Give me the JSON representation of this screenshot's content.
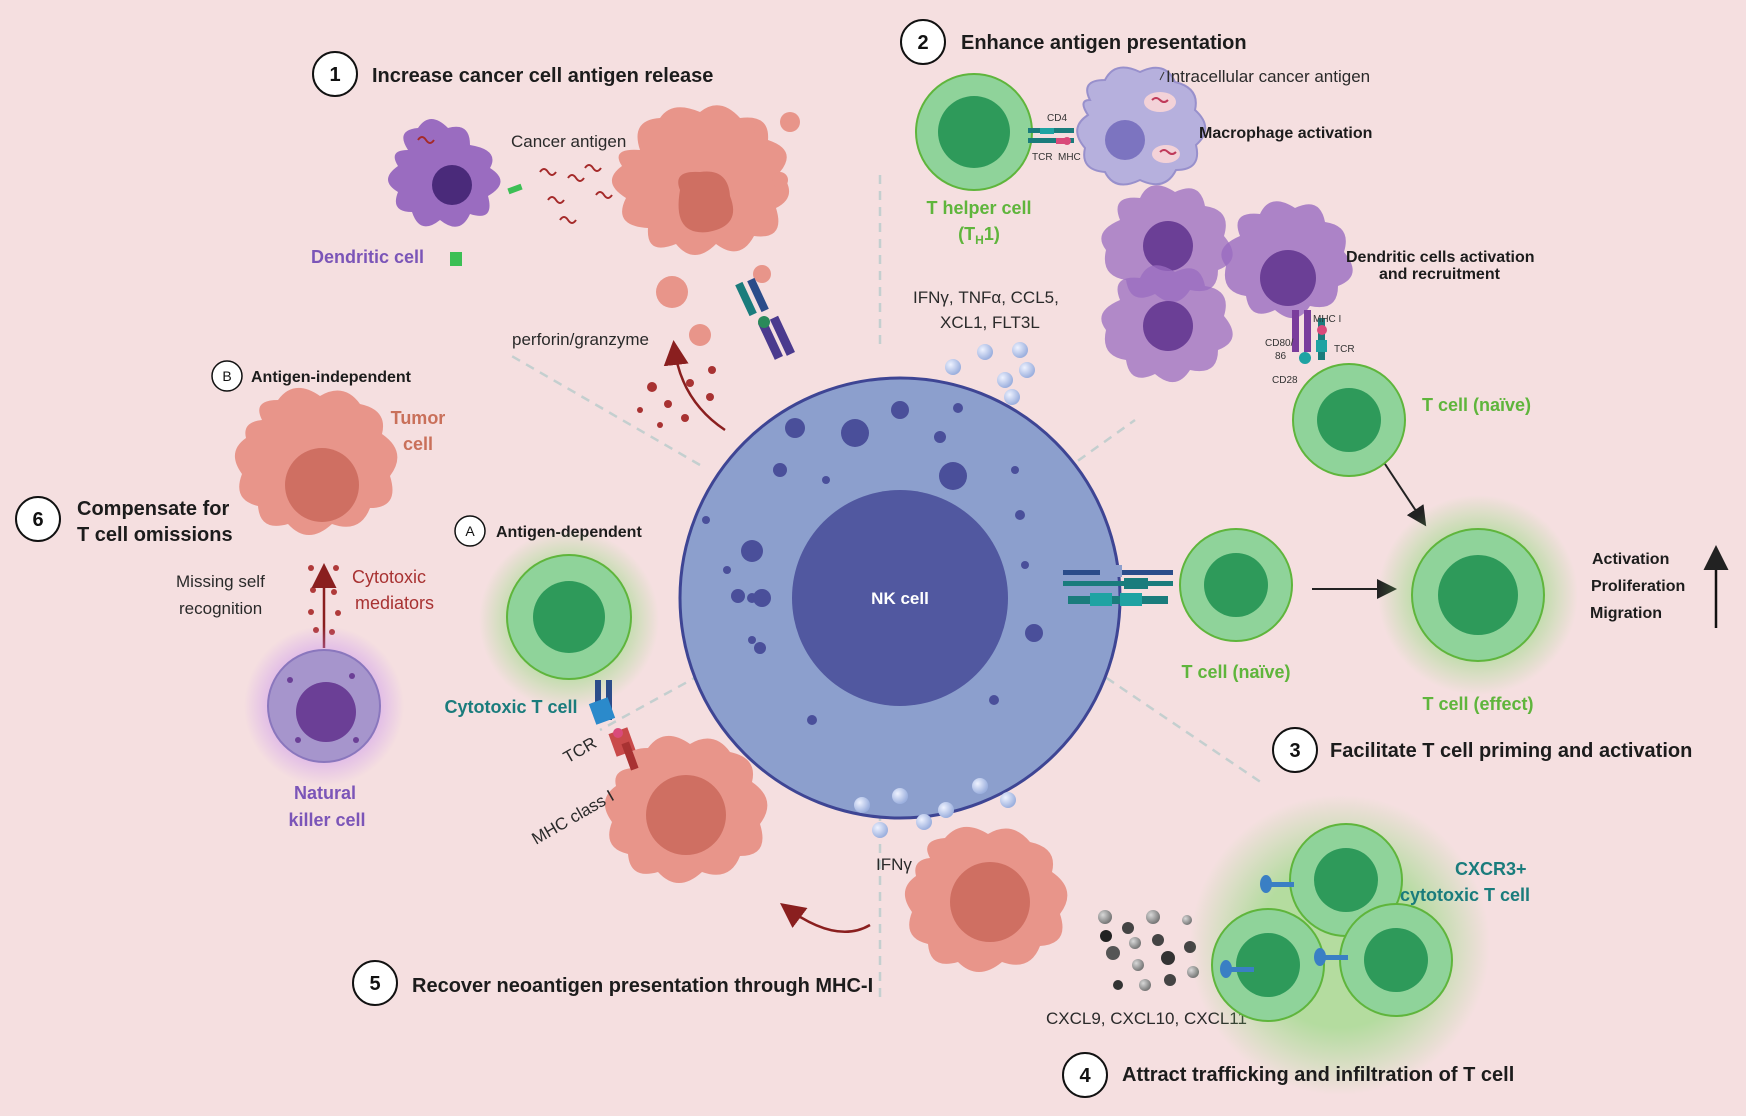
{
  "steps": {
    "s1": {
      "num": "1",
      "label": "Increase cancer cell antigen release"
    },
    "s2": {
      "num": "2",
      "label": "Enhance antigen presentation"
    },
    "s3": {
      "num": "3",
      "label": "Facilitate T cell priming and activation"
    },
    "s4": {
      "num": "4",
      "label": "Attract trafficking and infiltration of T cell"
    },
    "s5": {
      "num": "5",
      "label": "Recover neoantigen presentation through MHC-I"
    },
    "s6": {
      "num": "6",
      "label_line1": "Compensate for",
      "label_line2": "T cell omissions"
    }
  },
  "sub": {
    "A": {
      "letter": "A",
      "label": "Antigen-dependent"
    },
    "B": {
      "letter": "B",
      "label": "Antigen-independent"
    }
  },
  "labels": {
    "nk_cell": "NK cell",
    "cancer_antigen": "Cancer antigen",
    "dendritic_cell": "Dendritic cell",
    "perforin": "perforin/granzyme",
    "intracellular_antigen": "Intracellular cancer antigen",
    "macrophage_activation": "Macrophage activation",
    "cd4": "CD4",
    "tcr_small": "TCR",
    "mhc_ii": "MHC II",
    "t_helper_line1": "T helper cell",
    "t_helper_line2_a": "(T",
    "t_helper_line2_sub": "H",
    "t_helper_line2_b": "1)",
    "cytokines_line1": "IFNγ, TNFα, CCL5,",
    "cytokines_line2": "XCL1, FLT3L",
    "dc_activation_line1": "Dendritic cells activation",
    "dc_activation_line2": "and recruitment",
    "mhc_i_small": "MHC I",
    "cd80_line1": "CD80/",
    "cd80_line2": "86",
    "tcr_teal": "TCR",
    "cd28": "CD28",
    "t_naive_top": "T cell (naïve)",
    "t_naive_mid": "T cell (naïve)",
    "t_effect": "T cell (effect)",
    "activation": "Activation",
    "proliferation": "Proliferation",
    "migration": "Migration",
    "tumor_line1": "Tumor",
    "tumor_line2": "cell",
    "missing_line1": "Missing self",
    "missing_line2": "recognition",
    "cytotoxic_line1": "Cytotoxic",
    "cytotoxic_line2": "mediators",
    "nat_killer_line1": "Natural",
    "nat_killer_line2": "killer cell",
    "cytotoxic_t": "Cytotoxic T cell",
    "tcr_big": "TCR",
    "mhc_class_i": "MHC class I",
    "ifng": "IFNγ",
    "cxcl": "CXCL9, CXCL10, CXCL11",
    "cxcr3_line1": "CXCR3+",
    "cxcr3_line2": "cytotoxic T cell"
  },
  "colors": {
    "background": "#f5dfe0",
    "nk_cell": "#8c9fcd",
    "nk_nucleus": "#5158a0",
    "t_cell": "#8fd39a",
    "t_nucleus": "#2e9a5a",
    "tumor": "#e8958a",
    "tumor_nucleus": "#cf6f62",
    "dendritic": "#9a6cc0",
    "macrophage": "#b6b0dd"
  }
}
